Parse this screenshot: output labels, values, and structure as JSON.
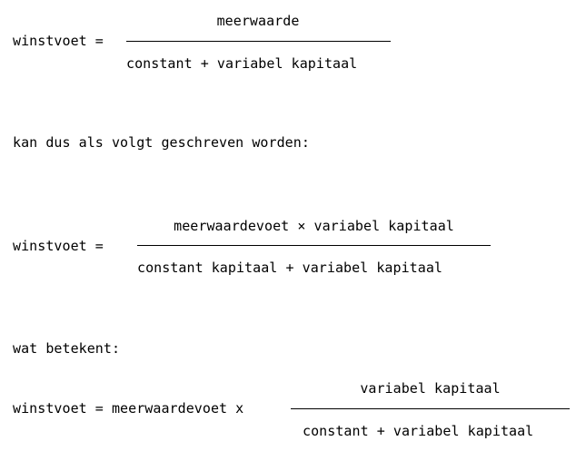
{
  "document": {
    "language": "nl",
    "background_color": "#ffffff",
    "text_color": "#000000",
    "blocks": [
      {
        "kind": "formula",
        "lhs": "winstvoet =",
        "numerator": "meerwaarde",
        "denominator": "constant + variabel kapitaal"
      },
      {
        "kind": "prose",
        "text": "kan dus als volgt geschreven worden:"
      },
      {
        "kind": "formula",
        "lhs": "winstvoet =",
        "numerator": "meerwaardevoet × variabel kapitaal",
        "denominator": "constant kapitaal + variabel kapitaal"
      },
      {
        "kind": "prose",
        "text": "wat betekent:"
      },
      {
        "kind": "formula",
        "lhs": "winstvoet = meerwaardevoet x",
        "numerator": "variabel kapitaal",
        "denominator": "constant + variabel kapitaal"
      }
    ]
  }
}
